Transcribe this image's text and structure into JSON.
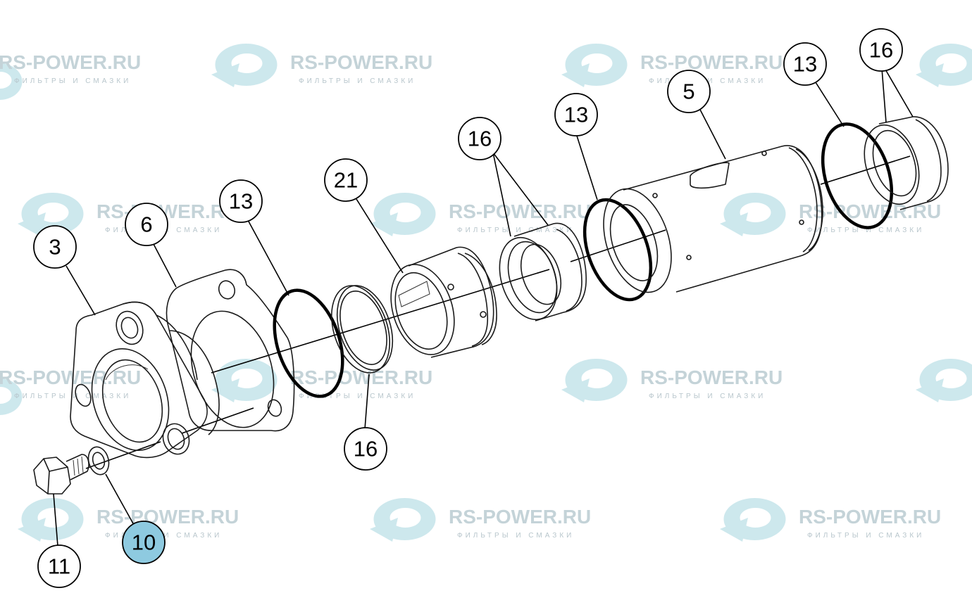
{
  "watermark": {
    "brand": "RS-POWER.RU",
    "tagline": "ФИЛЬТРЫ И СМАЗКИ",
    "logo_color": "#c4e4ea"
  },
  "callouts": [
    {
      "id": "c3",
      "label": "3"
    },
    {
      "id": "c6",
      "label": "6"
    },
    {
      "id": "c13a",
      "label": "13"
    },
    {
      "id": "c21",
      "label": "21"
    },
    {
      "id": "c16a",
      "label": "16"
    },
    {
      "id": "c13b",
      "label": "13"
    },
    {
      "id": "c5",
      "label": "5"
    },
    {
      "id": "c13c",
      "label": "13"
    },
    {
      "id": "c16b",
      "label": "16"
    },
    {
      "id": "c16c",
      "label": "16"
    },
    {
      "id": "c10",
      "label": "10",
      "highlight": true,
      "highlight_color": "#8ecae0"
    },
    {
      "id": "c11",
      "label": "11"
    }
  ]
}
